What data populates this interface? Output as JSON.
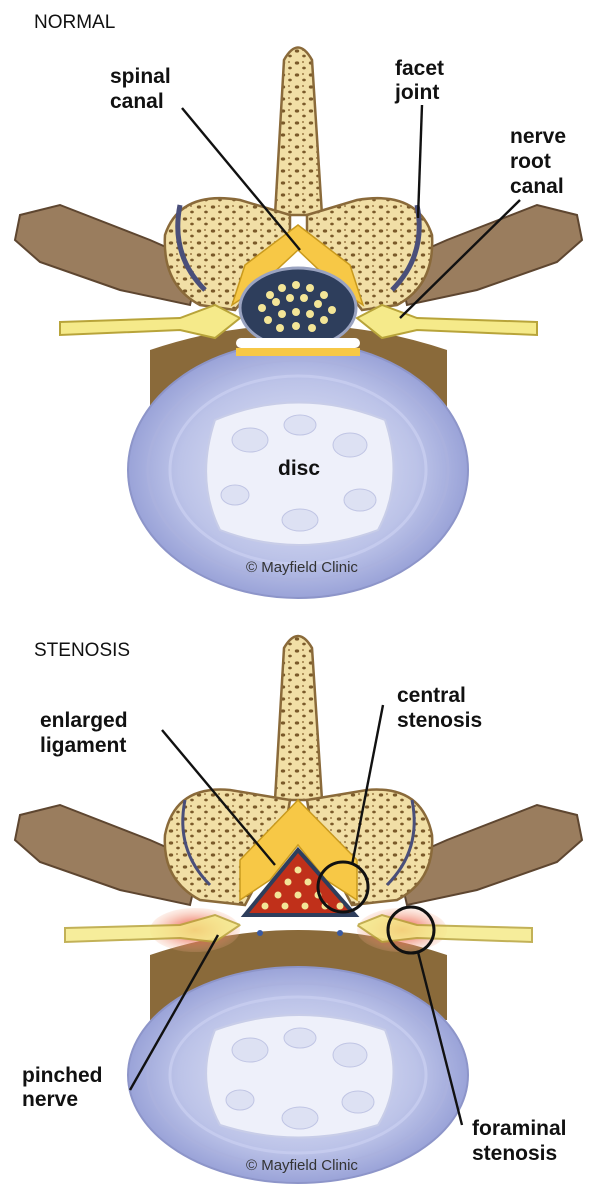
{
  "normal": {
    "title": "NORMAL",
    "labels": {
      "spinal_canal": [
        "spinal",
        "canal"
      ],
      "facet_joint": [
        "facet",
        "joint"
      ],
      "nerve_root_canal": [
        "nerve",
        "root",
        "canal"
      ],
      "disc": "disc"
    },
    "copyright": "© Mayfield Clinic"
  },
  "stenosis": {
    "title": "STENOSIS",
    "labels": {
      "enlarged_ligament": [
        "enlarged",
        "ligament"
      ],
      "central_stenosis": [
        "central",
        "stenosis"
      ],
      "pinched_nerve": [
        "pinched",
        "nerve"
      ],
      "foraminal_stenosis": [
        "foraminal",
        "stenosis"
      ]
    },
    "copyright": "© Mayfield Clinic"
  },
  "colors": {
    "bone": "#f1dfa6",
    "bone_outline": "#8a6a3a",
    "marrow_dots": "#7a5a2a",
    "transverse_process": "#9a7d5e",
    "disc_annulus": "#bcc3e8",
    "disc_nucleus": "#eef0fa",
    "ligament": "#f7c846",
    "nerve": "#f5ea8a",
    "spinal_cord": "#2e3e5c",
    "cord_nuclei": "#f3e597",
    "inflamed": "#e83a2a",
    "compressed_cord": "#c0301a"
  }
}
